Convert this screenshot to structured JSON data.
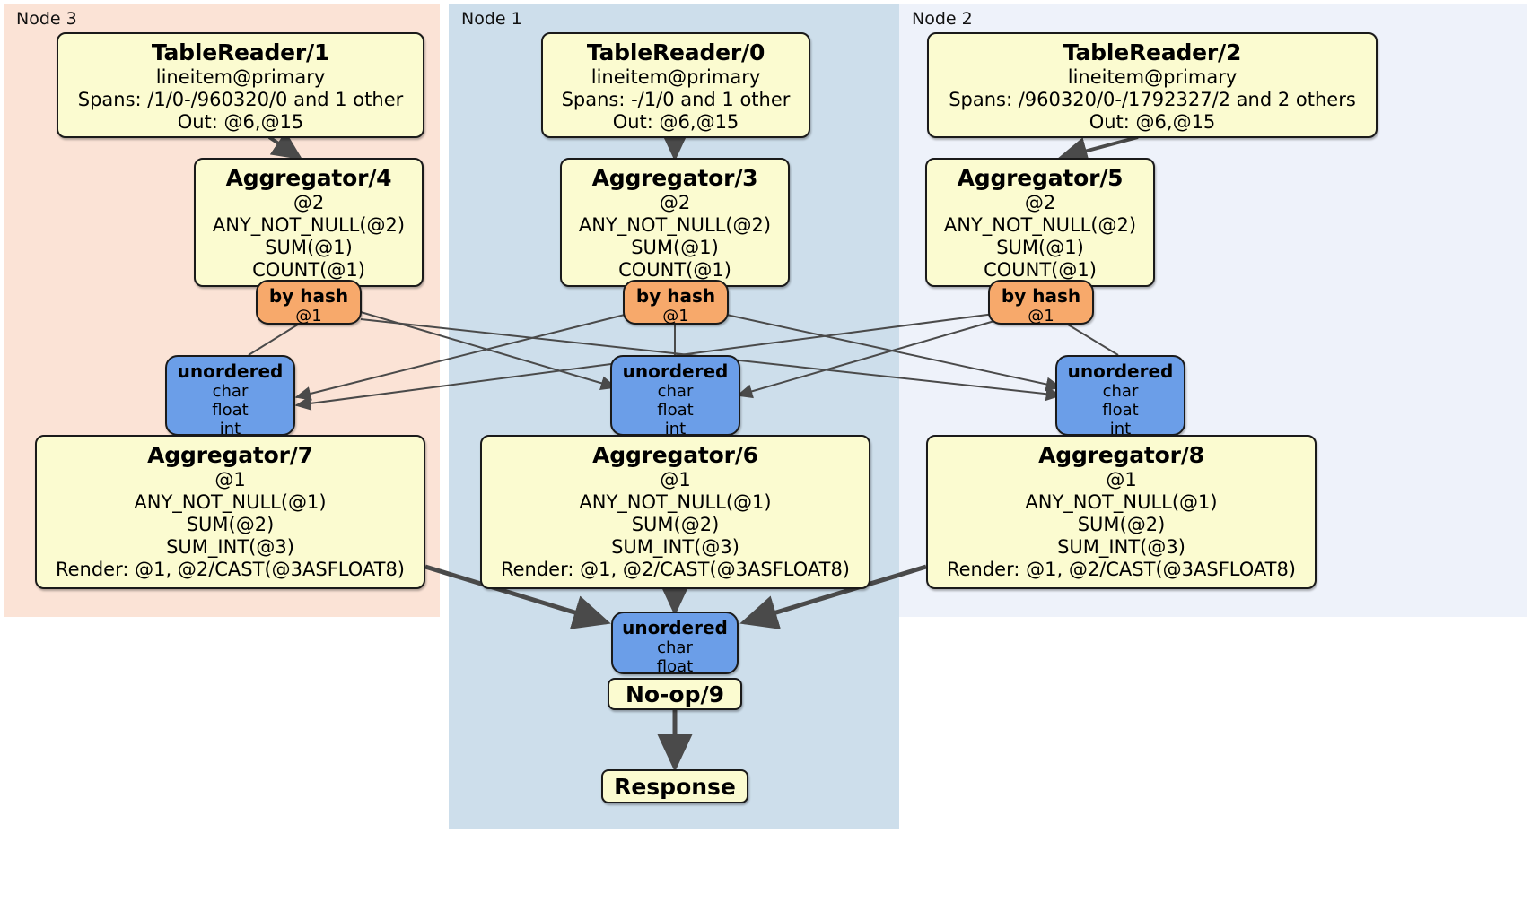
{
  "diagram": {
    "kind": "distributed-query-execution-plan",
    "nodes": [
      {
        "id": "node3",
        "label": "Node 3",
        "color": "#fbe3d6"
      },
      {
        "id": "node1",
        "label": "Node 1",
        "color": "#cddeeb"
      },
      {
        "id": "node2",
        "label": "Node 2",
        "color": "#eef2fa"
      }
    ],
    "readers": [
      {
        "id": "tr1",
        "title": "TableReader/1",
        "table": "lineitem@primary",
        "spans": "Spans: /1/0-/960320/0 and 1 other",
        "out": "Out: @6,@15"
      },
      {
        "id": "tr0",
        "title": "TableReader/0",
        "table": "lineitem@primary",
        "spans": "Spans: -/1/0 and 1 other",
        "out": "Out: @6,@15"
      },
      {
        "id": "tr2",
        "title": "TableReader/2",
        "table": "lineitem@primary",
        "spans": "Spans: /960320/0-/1792327/2 and 2 others",
        "out": "Out: @6,@15"
      }
    ],
    "local_aggregators": [
      {
        "id": "agg4",
        "title": "Aggregator/4",
        "group": "@2",
        "aggs": [
          "ANY_NOT_NULL(@2)",
          "SUM(@1)",
          "COUNT(@1)"
        ]
      },
      {
        "id": "agg3",
        "title": "Aggregator/3",
        "group": "@2",
        "aggs": [
          "ANY_NOT_NULL(@2)",
          "SUM(@1)",
          "COUNT(@1)"
        ]
      },
      {
        "id": "agg5",
        "title": "Aggregator/5",
        "group": "@2",
        "aggs": [
          "ANY_NOT_NULL(@2)",
          "SUM(@1)",
          "COUNT(@1)"
        ]
      }
    ],
    "final_aggregators": [
      {
        "id": "agg7",
        "title": "Aggregator/7",
        "group": "@1",
        "aggs": [
          "ANY_NOT_NULL(@1)",
          "SUM(@2)",
          "SUM_INT(@3)"
        ],
        "render": "Render: @1, @2/CAST(@3ASFLOAT8)"
      },
      {
        "id": "agg6",
        "title": "Aggregator/6",
        "group": "@1",
        "aggs": [
          "ANY_NOT_NULL(@1)",
          "SUM(@2)",
          "SUM_INT(@3)"
        ],
        "render": "Render: @1, @2/CAST(@3ASFLOAT8)"
      },
      {
        "id": "agg8",
        "title": "Aggregator/8",
        "group": "@1",
        "aggs": [
          "ANY_NOT_NULL(@1)",
          "SUM(@2)",
          "SUM_INT(@3)"
        ],
        "render": "Render: @1, @2/CAST(@3ASFLOAT8)"
      }
    ],
    "hash_routers": [
      {
        "id": "hash3",
        "title": "by hash",
        "column": "@1"
      },
      {
        "id": "hash1",
        "title": "by hash",
        "column": "@1"
      },
      {
        "id": "hash2",
        "title": "by hash",
        "column": "@1"
      }
    ],
    "unordered_receivers": [
      {
        "id": "unord3",
        "title": "unordered",
        "types": [
          "char",
          "float",
          "int"
        ]
      },
      {
        "id": "unord1",
        "title": "unordered",
        "types": [
          "char",
          "float",
          "int"
        ]
      },
      {
        "id": "unord2",
        "title": "unordered",
        "types": [
          "char",
          "float",
          "int"
        ]
      }
    ],
    "final_receiver": {
      "id": "unordfinal",
      "title": "unordered",
      "types": [
        "char",
        "float"
      ]
    },
    "noop": {
      "id": "noop9",
      "title": "No-op/9"
    },
    "response": {
      "id": "response",
      "title": "Response"
    },
    "colors": {
      "processor_fill": "#fbfbd0",
      "hash_router_fill": "#f7a96b",
      "unordered_fill": "#6b9ee8",
      "edge": "#4a4a4a",
      "border": "#1a1a1a"
    }
  }
}
